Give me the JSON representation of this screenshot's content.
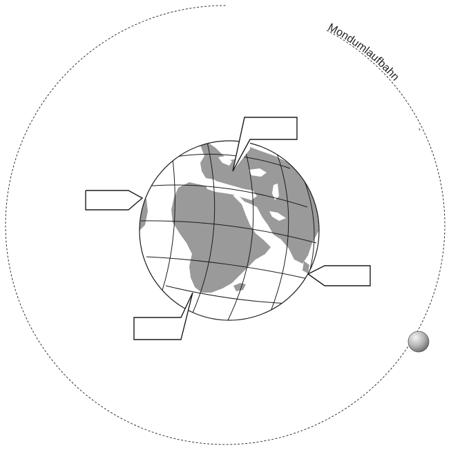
{
  "diagram": {
    "orbit_label": "Mondumlaufbahn",
    "colors": {
      "land": "#9a9a9a",
      "ocean": "#ffffff",
      "line": "#1a1a1a",
      "orbit": "#333333",
      "moon_light": "#f2f2f2",
      "moon_dark": "#6e6e6e"
    },
    "callouts": [
      {
        "id": "top",
        "text": ""
      },
      {
        "id": "left",
        "text": ""
      },
      {
        "id": "right",
        "text": ""
      },
      {
        "id": "bottom",
        "text": ""
      }
    ]
  }
}
